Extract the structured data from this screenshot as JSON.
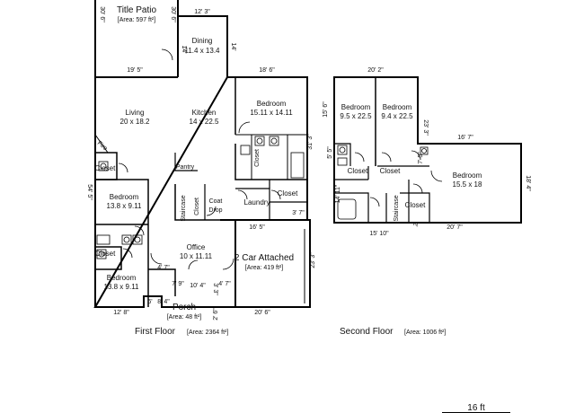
{
  "plan": {
    "floor_labels": {
      "first": "First Floor",
      "first_area": "[Area: 2364 ft²]",
      "second": "Second Floor",
      "second_area": "[Area: 1006 ft²]"
    },
    "scale_label": "16 ft",
    "first_floor": {
      "patio": {
        "name": "Title Patio",
        "area": "[Area: 597 ft²]"
      },
      "dining": {
        "name": "Dining",
        "size": "11.4 x 13.4"
      },
      "living": {
        "name": "Living",
        "size": "20 x 18.2"
      },
      "kitchen": {
        "name": "Kitchen",
        "size": "14 x 22.5"
      },
      "bedroom_main": {
        "name": "Bedroom",
        "size": "15.11 x 14.11"
      },
      "fire": "Fire",
      "closet_left": "Closet",
      "pantry": "Pantry",
      "closet_kitchen": "Closet",
      "closet_laundry": "Closet",
      "laundry": "Laundry",
      "staircase": "Staircase",
      "closet_stair": "Closet",
      "coat_drop": "Coat",
      "coat_drop_2": "Drop",
      "bedroom_left": {
        "name": "Bedroom",
        "size": "13.8 x 9.11"
      },
      "closet_lower": "Closet",
      "office": {
        "name": "Office",
        "size": "10 x 11.11"
      },
      "bedroom_lower": {
        "name": "Bedroom",
        "size": "13.8 x 9.11"
      },
      "garage": {
        "name": "2 Car Attached",
        "area": "[Area: 419 ft²]"
      },
      "porch": {
        "name": "Porch",
        "area": "[Area: 48 ft²]"
      },
      "dims": {
        "patio_left": "30' 6\"",
        "patio_top": "12' 3\"",
        "patio_right": "30' 6\"",
        "dining_left": "14'",
        "dining_right": "14'",
        "patio_bottom": "19' 5\"",
        "top_right": "18' 6\"",
        "left_side": "54' 5\"",
        "right_side": "31' 3\"",
        "laundry_side": "3' 7\"",
        "garage_top": "16' 5\"",
        "garage_side": "23' 3\"",
        "porch_a": "4' 7\"",
        "porch_b": "10' 4\"",
        "porch_c": "8' 4\"",
        "porch_d": "6'",
        "porch_e": "7' 9\"",
        "porch_f": "3' 3\"",
        "porch_g": "2' 6\"",
        "porch_h": "4' 7\"",
        "bottom_left": "12' 8\"",
        "bottom_right": "20' 6\""
      }
    },
    "second_floor": {
      "bedroom_a": {
        "name": "Bedroom",
        "size": "9.5 x 22.5"
      },
      "bedroom_b": {
        "name": "Bedroom",
        "size": "9.4 x 22.5"
      },
      "bedroom_c": {
        "name": "Bedroom",
        "size": "15.5 x 18"
      },
      "closet_a": "Closet",
      "closet_b": "Closet",
      "closet_c": "Closet",
      "staircase": "Staircase",
      "dims": {
        "top": "20' 2\"",
        "left": "15' 6\"",
        "mid_right": "23' 3\"",
        "right_top": "16' 7\"",
        "right_side": "18' 4\"",
        "small_a": "5' 5\"",
        "small_b": "7' 5\"",
        "left_lower": "14' 11\"",
        "bottom_left": "15' 10\"",
        "bottom_right": "20' 7\"",
        "tiny": "2'"
      }
    }
  }
}
